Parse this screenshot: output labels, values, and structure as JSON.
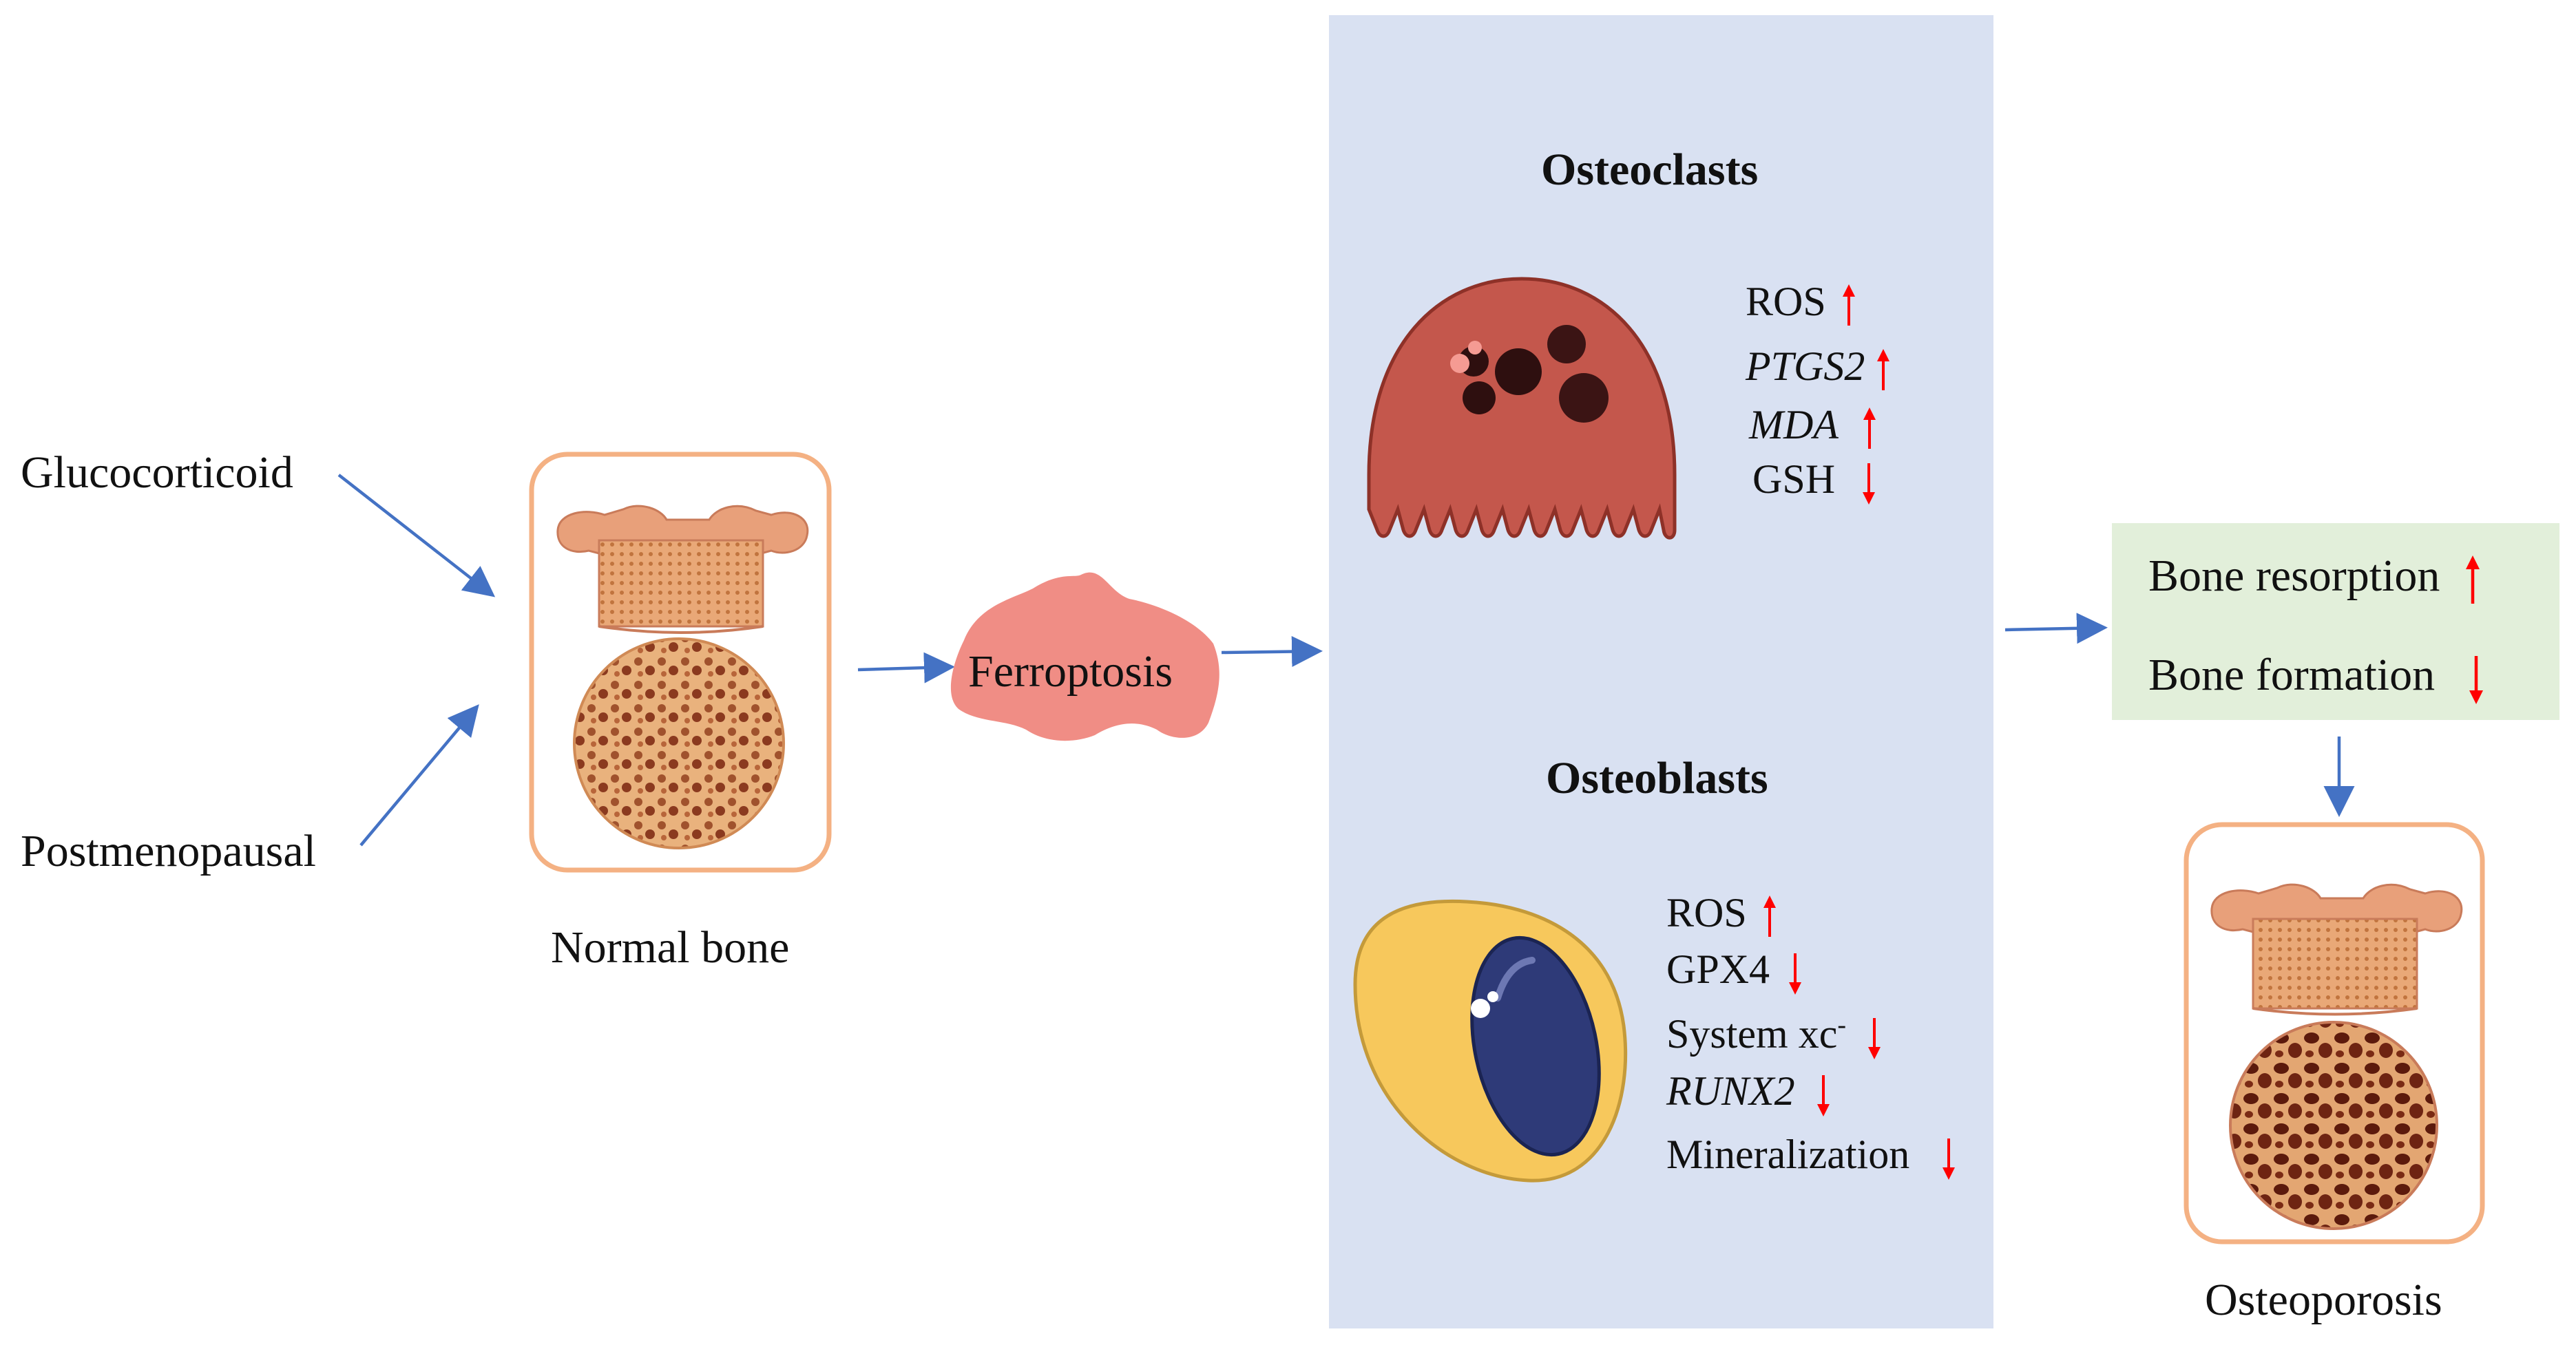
{
  "inputs": {
    "glucocorticoid": "Glucocorticoid",
    "postmenopausal": "Postmenopausal"
  },
  "normal_bone_label": "Normal bone",
  "ferroptosis_label": "Ferroptosis",
  "osteoclasts": {
    "title": "Osteoclasts",
    "markers": [
      {
        "name": "ROS",
        "direction": "up",
        "italic": false
      },
      {
        "name": "PTGS2",
        "direction": "up",
        "italic": true
      },
      {
        "name": "MDA",
        "direction": "up",
        "italic": true
      },
      {
        "name": "GSH",
        "direction": "down",
        "italic": false
      }
    ]
  },
  "osteoblasts": {
    "title": "Osteoblasts",
    "markers": [
      {
        "name": "ROS",
        "direction": "up",
        "italic": false
      },
      {
        "name": "GPX4",
        "direction": "down",
        "italic": false
      },
      {
        "name": "System xc",
        "superscript": "-",
        "direction": "down",
        "italic": false
      },
      {
        "name": "RUNX2",
        "direction": "down",
        "italic": true
      },
      {
        "name": "Mineralization",
        "direction": "down",
        "italic": false
      }
    ]
  },
  "outcomes": {
    "bone_resorption": "Bone resorption",
    "bone_formation": "Bone formation",
    "bone_resorption_direction": "up",
    "bone_formation_direction": "down"
  },
  "osteoporosis_label": "Osteoporosis",
  "colors": {
    "panel_bg": "#d9e1f2",
    "outcome_bg": "#e2efda",
    "arrow_blue": "#4472c4",
    "arrow_red": "#ff0000",
    "frame_orange": "#f4b183",
    "ferroptosis_fill": "#f08d85",
    "osteoclast_fill": "#c4574c",
    "osteoblast_fill": "#f7c85c",
    "nucleus_fill": "#2e3a78"
  }
}
